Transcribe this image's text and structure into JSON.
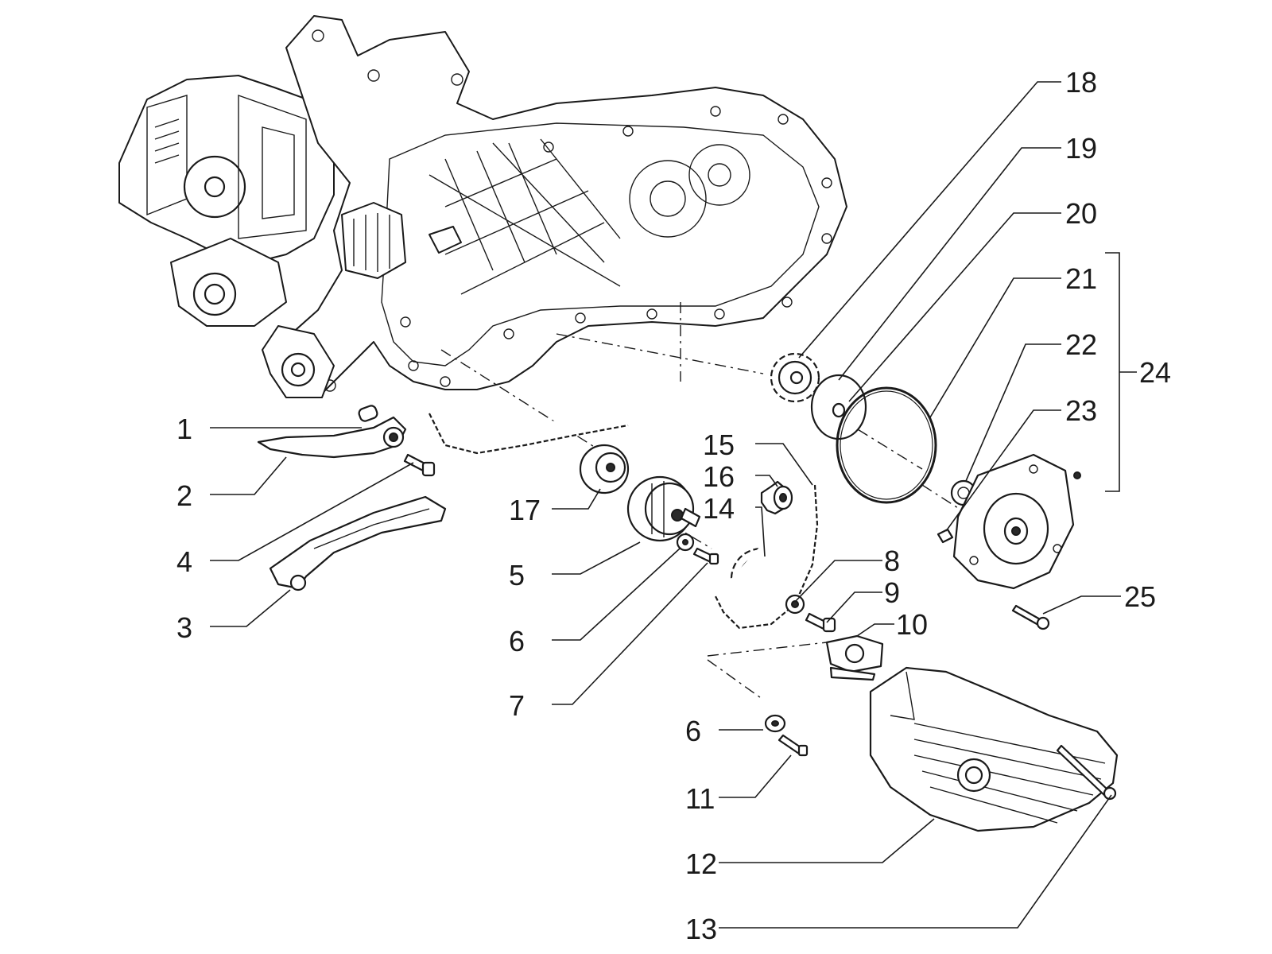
{
  "diagram": {
    "callouts": {
      "c1": "1",
      "c2": "2",
      "c3": "3",
      "c4": "4",
      "c5": "5",
      "c6a": "6",
      "c6b": "6",
      "c7": "7",
      "c8": "8",
      "c9": "9",
      "c10": "10",
      "c11": "11",
      "c12": "12",
      "c13": "13",
      "c14": "14",
      "c15": "15",
      "c16": "16",
      "c17": "17",
      "c18": "18",
      "c19": "19",
      "c20": "20",
      "c21": "21",
      "c22": "22",
      "c23": "23",
      "c24": "24",
      "c25": "25"
    }
  }
}
